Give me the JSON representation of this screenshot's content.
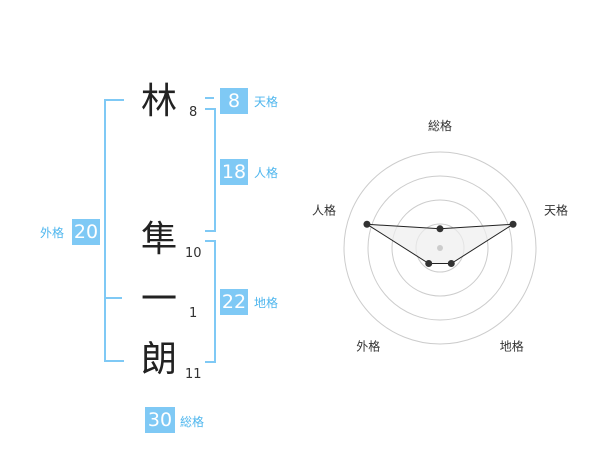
{
  "name": {
    "chars": [
      {
        "char": "林",
        "strokes": "8"
      },
      {
        "char": "隼",
        "strokes": "10"
      },
      {
        "char": "一",
        "strokes": "1"
      },
      {
        "char": "朗",
        "strokes": "11"
      }
    ]
  },
  "kakusuu": {
    "tenkaku": {
      "value": "8",
      "label": "天格"
    },
    "jinkaku": {
      "value": "18",
      "label": "人格"
    },
    "chikaku": {
      "value": "22",
      "label": "地格"
    },
    "gaikaku": {
      "value": "20",
      "label": "外格"
    },
    "soukaku": {
      "value": "30",
      "label": "総格"
    }
  },
  "radar": {
    "axes": [
      "総格",
      "天格",
      "地格",
      "外格",
      "人格"
    ],
    "levels": 4,
    "scores": [
      1,
      4,
      1,
      1,
      4
    ],
    "max": 5,
    "fill_color": "#eeeeee",
    "line_color": "#222222",
    "ring_color": "#cccccc"
  }
}
